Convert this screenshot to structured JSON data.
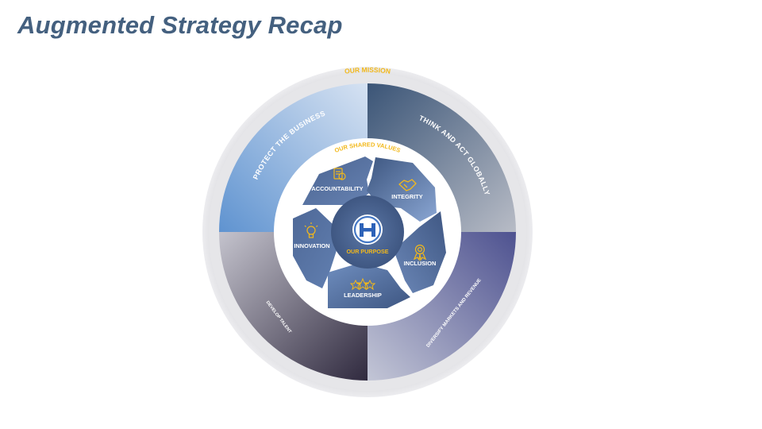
{
  "title": "Augmented Strategy Recap",
  "mission": {
    "label": "OUR MISSION",
    "quadrants": [
      {
        "label": "PROTECT THE BUSINESS"
      },
      {
        "label": "THINK AND ACT GLOBALLY"
      },
      {
        "label": "DIVERSIFY MARKETS AND REVENUE"
      },
      {
        "label": "DEVELOP TALENT"
      }
    ]
  },
  "values": {
    "label": "OUR SHARED VALUES",
    "items": [
      {
        "label": "ACCOUNTABILITY",
        "icon": "accountability-icon"
      },
      {
        "label": "INTEGRITY",
        "icon": "handshake-icon"
      },
      {
        "label": "INCLUSION",
        "icon": "award-icon"
      },
      {
        "label": "LEADERSHIP",
        "icon": "stars-icon"
      },
      {
        "label": "INNOVATION",
        "icon": "lightbulb-icon"
      }
    ]
  },
  "purpose": {
    "label": "OUR PURPOSE",
    "logo_letter": "H"
  },
  "colors": {
    "title": "#44607f",
    "gold": "#f2b81a",
    "outer_ring": "#e3e3e6",
    "value_segment": "#4a6390"
  }
}
